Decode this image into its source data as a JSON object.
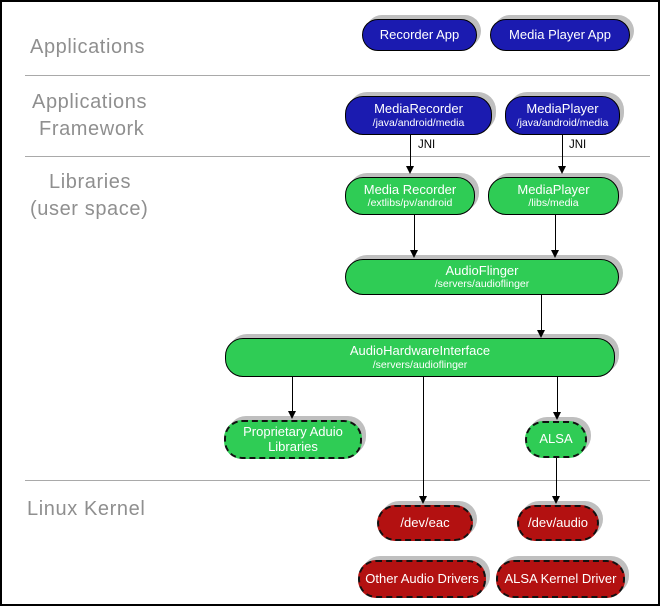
{
  "colors": {
    "app_blue": "#1b1bb0",
    "userspace_green": "#2fcc55",
    "kernel_red": "#b31111",
    "label_gray": "#8f8f8f",
    "separator_gray": "#a9a9a9",
    "shadow_gray": "#bfbfbf"
  },
  "layers": {
    "applications": "Applications",
    "framework_line1": "Applications",
    "framework_line2": "Framework",
    "libraries_line1": "Libraries",
    "libraries_line2": "(user space)",
    "kernel": "Linux Kernel"
  },
  "nodes": {
    "recorder_app": {
      "title": "Recorder App"
    },
    "media_player_app": {
      "title": "Media Player App"
    },
    "media_recorder_fw": {
      "title": "MediaRecorder",
      "subtitle": "/java/android/media"
    },
    "media_player_fw": {
      "title": "MediaPlayer",
      "subtitle": "/java/android/media"
    },
    "media_recorder_lib": {
      "title": "Media Recorder",
      "subtitle": "/extlibs/pv/android"
    },
    "media_player_lib": {
      "title": "MediaPlayer",
      "subtitle": "/libs/media"
    },
    "audio_flinger": {
      "title": "AudioFlinger",
      "subtitle": "/servers/audioflinger"
    },
    "audio_hw_interface": {
      "title": "AudioHardwareInterface",
      "subtitle": "/servers/audioflinger"
    },
    "proprietary_libs": {
      "title_line1": "Proprietary Aduio",
      "title_line2": "Libraries"
    },
    "alsa": {
      "title": "ALSA"
    },
    "dev_eac": {
      "title": "/dev/eac"
    },
    "dev_audio": {
      "title": "/dev/audio"
    },
    "other_audio_drivers": {
      "title": "Other Audio Drivers"
    },
    "alsa_kernel_driver": {
      "title": "ALSA Kernel Driver"
    }
  },
  "edge_labels": {
    "jni_left": "JNI",
    "jni_right": "JNI"
  }
}
